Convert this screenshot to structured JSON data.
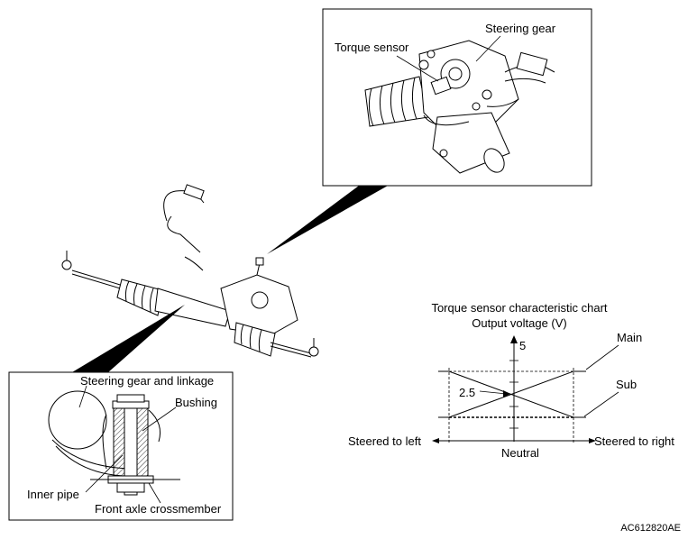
{
  "figure_id": "AC612820AE",
  "detail_top": {
    "labels": {
      "torque_sensor": "Torque sensor",
      "steering_gear": "Steering gear"
    }
  },
  "detail_bottom": {
    "labels": {
      "steering_gear_and_linkage": "Steering gear and linkage",
      "bushing": "Bushing",
      "inner_pipe": "Inner pipe",
      "front_axle_crossmember": "Front axle crossmember"
    }
  },
  "chart": {
    "title": "Torque sensor characteristic chart",
    "ylabel": "Output voltage (V)",
    "y_tick_max": "5",
    "y_tick_mid": "2.5",
    "xlabel_left": "Steered to left",
    "xlabel_right": "Steered to right",
    "xlabel_center": "Neutral",
    "series_main": "Main",
    "series_sub": "Sub"
  }
}
